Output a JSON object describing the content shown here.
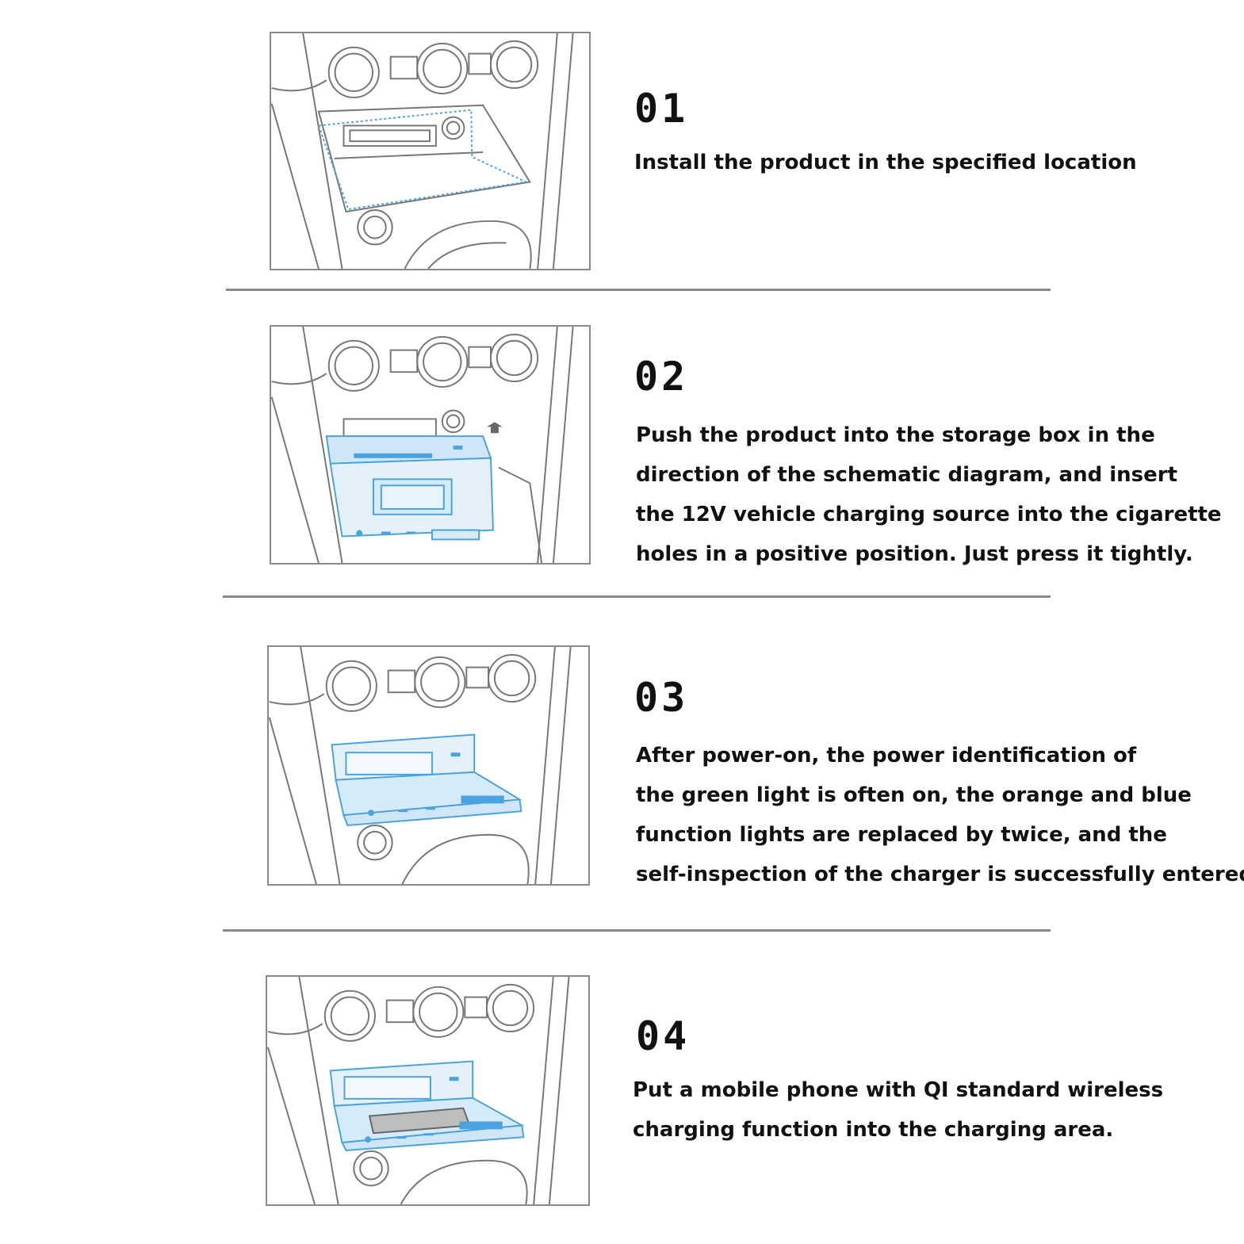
{
  "steps": [
    {
      "number": "01",
      "lines": [
        "Install the product in the specified location"
      ]
    },
    {
      "number": "02",
      "lines": [
        "Push the product into the storage box in the",
        "direction of the schematic diagram, and insert",
        "the 12V vehicle charging source into the cigarette",
        "holes in a positive position. Just press it tightly."
      ]
    },
    {
      "number": "03",
      "lines": [
        "After power-on, the power identification of",
        "the green light is often on, the orange and blue",
        "function lights are replaced by twice, and the",
        "self-inspection of the charger is successfully entered."
      ]
    },
    {
      "number": "04",
      "lines": [
        "Put a mobile phone with QI standard wireless",
        "charging function into the charging area."
      ]
    }
  ],
  "colors": {
    "line": "#8a8a8a",
    "highlight": "#4aa3df",
    "highlight_fill": "#cfe6f7"
  }
}
